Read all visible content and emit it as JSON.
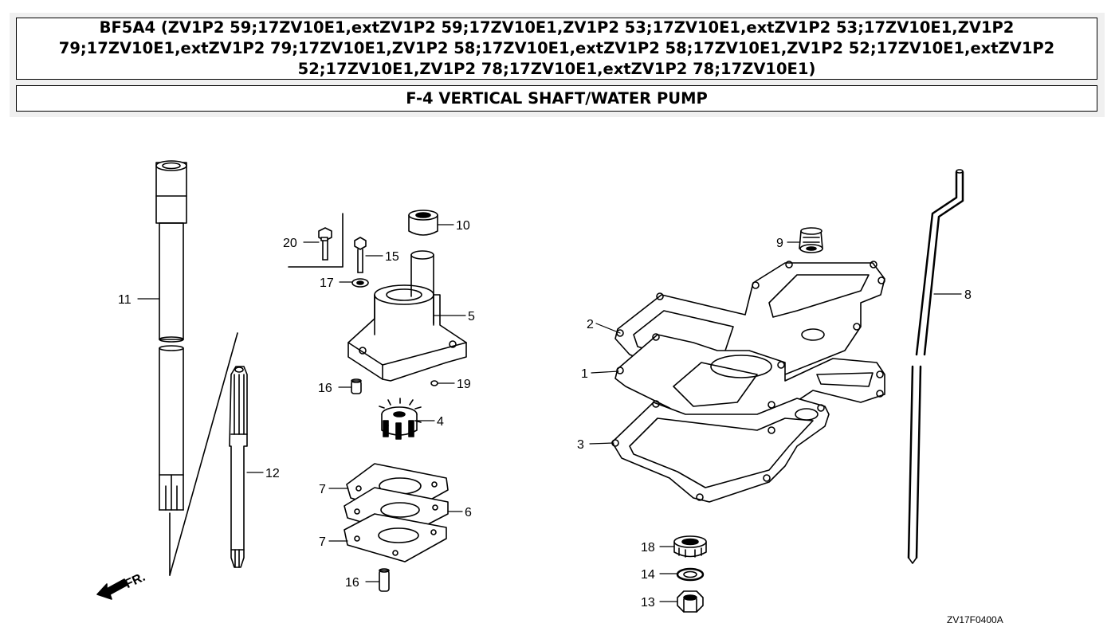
{
  "header": {
    "title": "BF5A4 (ZV1P2 59;17ZV10E1,extZV1P2 59;17ZV10E1,ZV1P2 53;17ZV10E1,extZV1P2 53;17ZV10E1,ZV1P2 79;17ZV10E1,extZV1P2 79;17ZV10E1,ZV1P2 58;17ZV10E1,extZV1P2 58;17ZV10E1,ZV1P2 52;17ZV10E1,extZV1P2 52;17ZV10E1,ZV1P2 78;17ZV10E1,extZV1P2 78;17ZV10E1)",
    "subtitle": "F-4 VERTICAL SHAFT/WATER PUMP"
  },
  "diagram": {
    "front_indicator": "FR.",
    "drawing_code": "ZV17F0400A",
    "callouts": {
      "c1": "1",
      "c2": "2",
      "c3": "3",
      "c4": "4",
      "c5": "5",
      "c6": "6",
      "c7a": "7",
      "c7b": "7",
      "c8": "8",
      "c9": "9",
      "c10": "10",
      "c11": "11",
      "c12": "12",
      "c13": "13",
      "c14": "14",
      "c15": "15",
      "c16a": "16",
      "c16b": "16",
      "c17": "17",
      "c18": "18",
      "c19": "19",
      "c20": "20"
    }
  }
}
